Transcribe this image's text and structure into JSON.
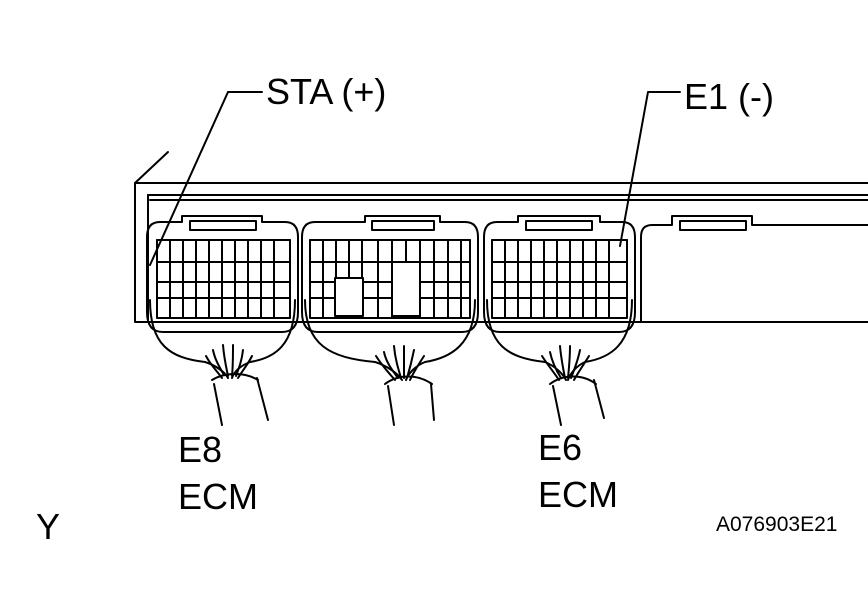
{
  "labels": {
    "sta": "STA (+)",
    "e1": "E1 (-)",
    "connector_left": "E8",
    "connector_left_name": "ECM",
    "connector_right": "E6",
    "connector_right_name": "ECM",
    "corner_mark": "Y",
    "figure_code": "A076903E21"
  },
  "colors": {
    "line": "#000000",
    "background": "#ffffff"
  }
}
